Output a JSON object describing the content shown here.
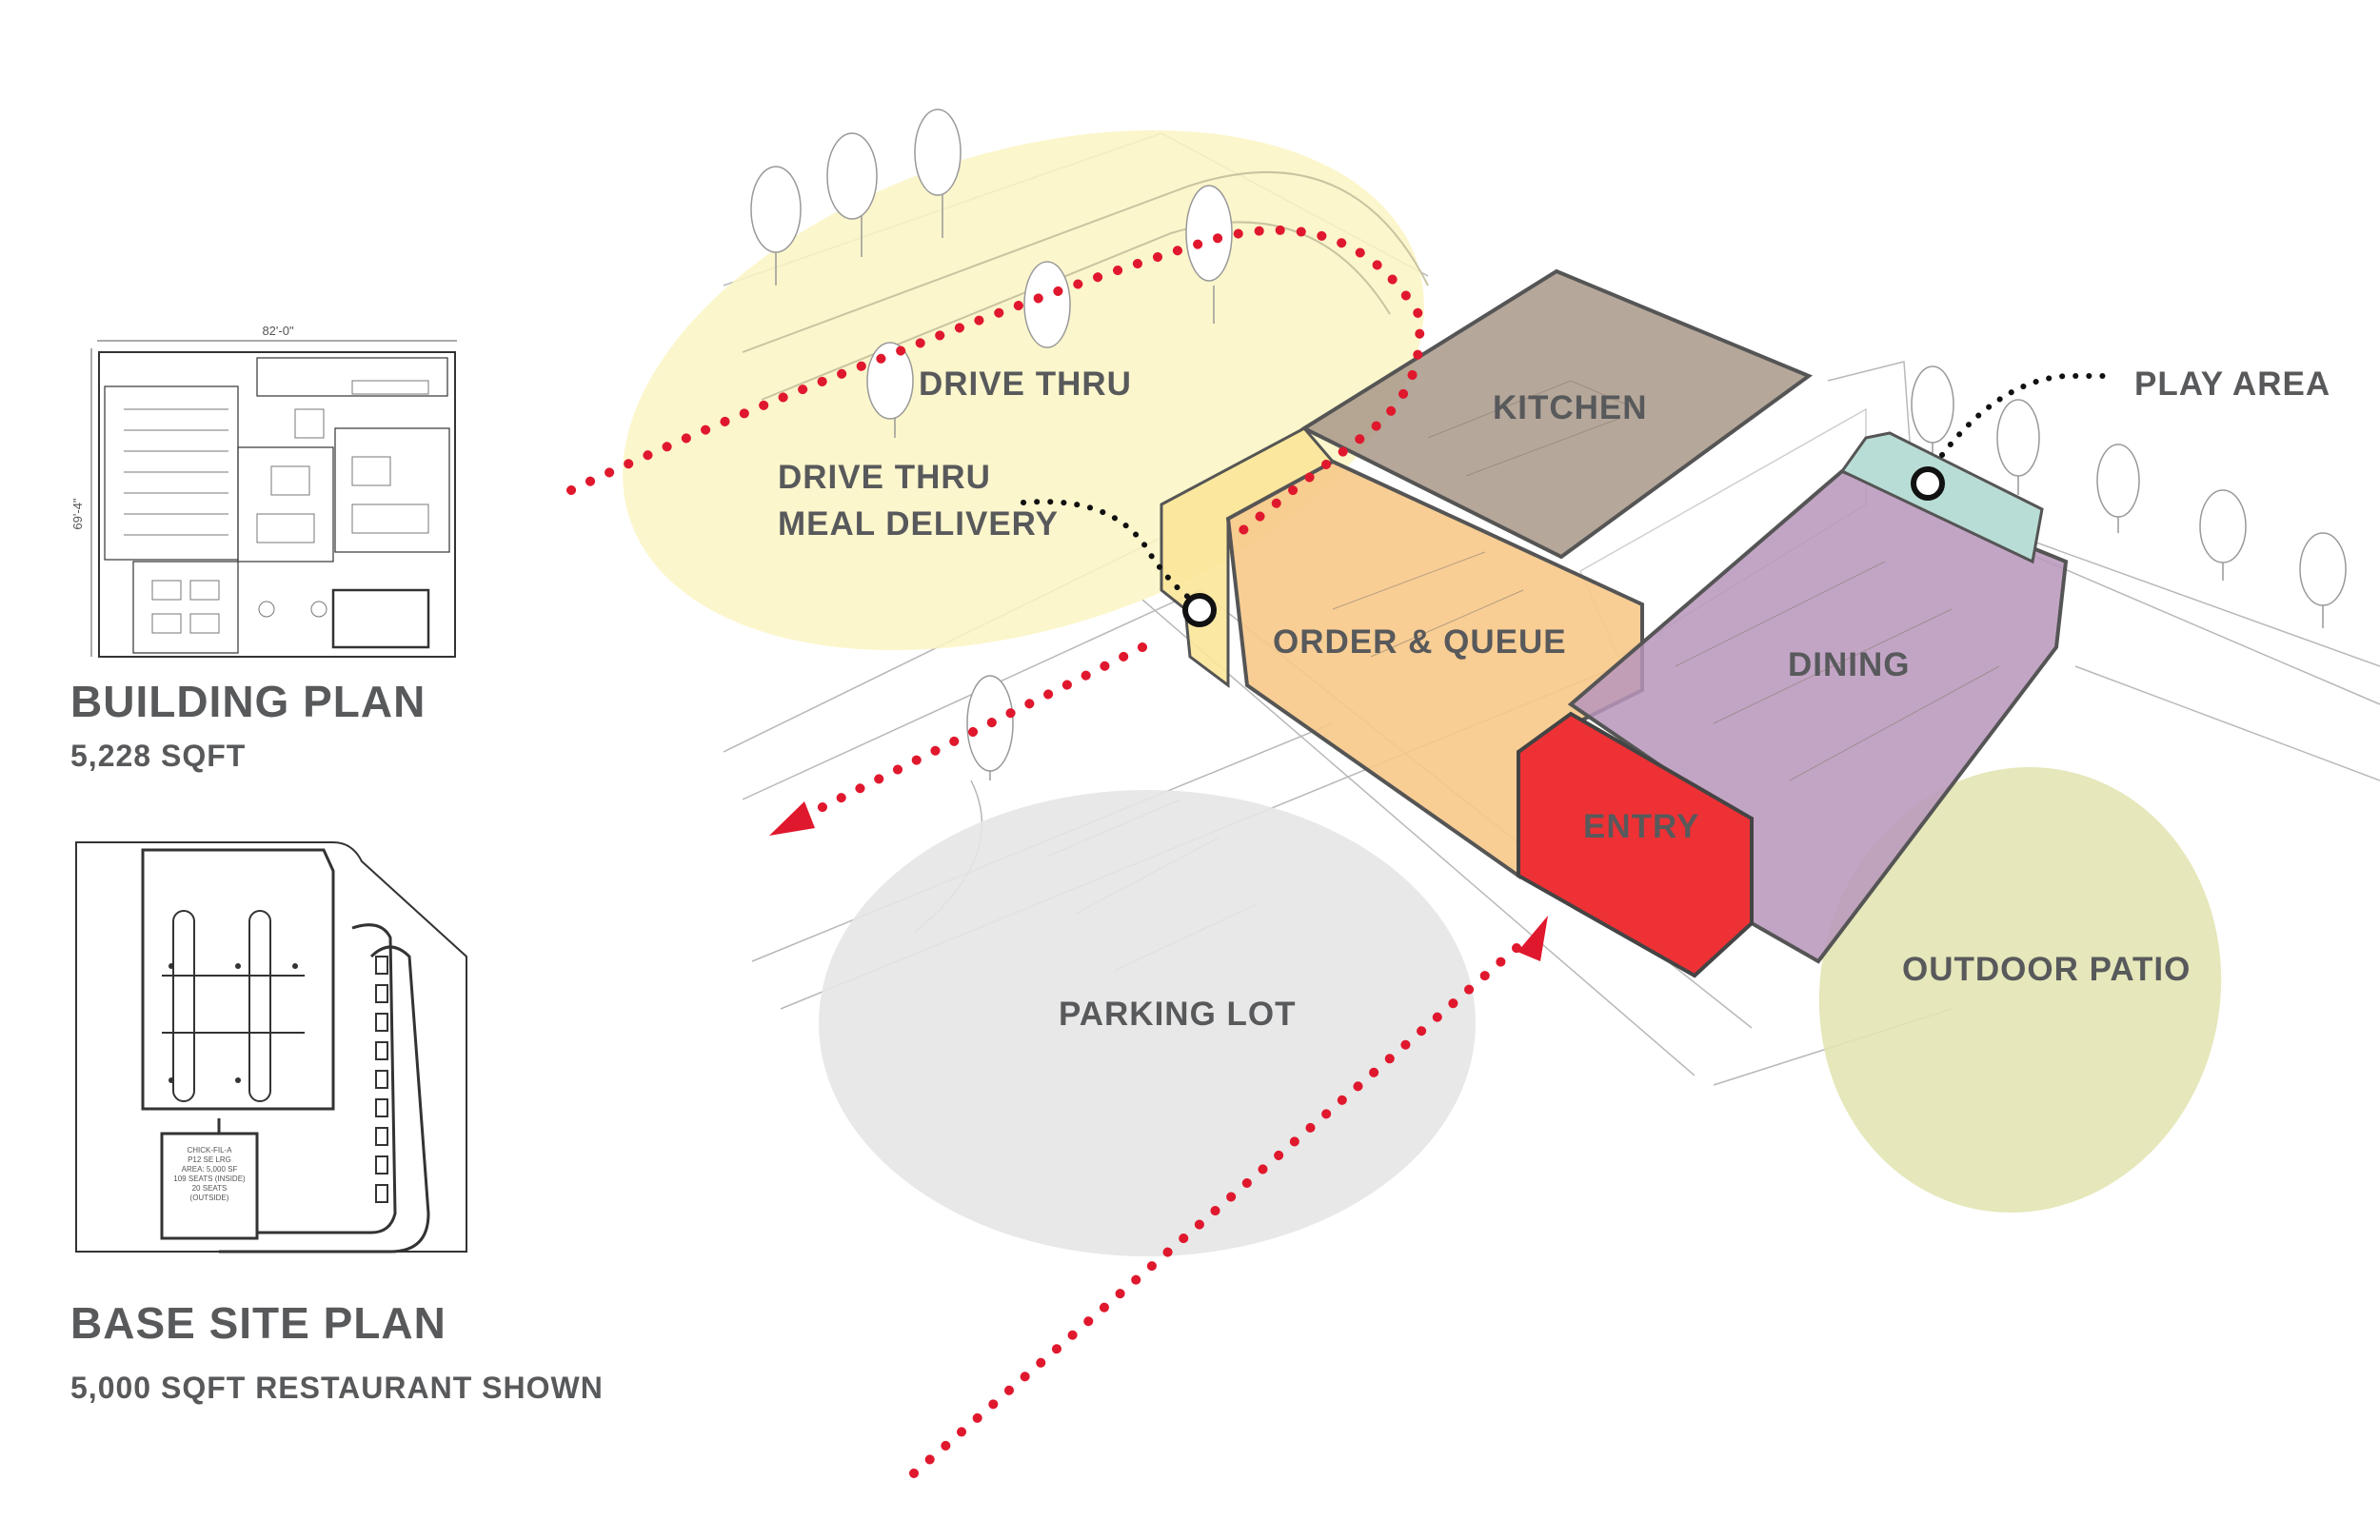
{
  "building_plan": {
    "title": "BUILDING PLAN",
    "area": "5,228 SQFT",
    "dim_width": "82'-0\"",
    "dim_height": "69'-4\""
  },
  "site_plan": {
    "title": "BASE SITE PLAN",
    "note": "5,000 SQFT RESTAURANT SHOWN",
    "block_lines": [
      "CHICK-FIL-A",
      "P12 SE LRG",
      "AREA: 5,000 SF",
      "109 SEATS (INSIDE)",
      "20 SEATS",
      "(OUTSIDE)"
    ]
  },
  "zones": {
    "drive_thru": "DRIVE THRU",
    "meal_delivery_line1": "DRIVE THRU",
    "meal_delivery_line2": "MEAL DELIVERY",
    "kitchen": "KITCHEN",
    "order_queue": "ORDER & QUEUE",
    "dining": "DINING",
    "entry": "ENTRY",
    "play_area": "PLAY AREA",
    "parking_lot": "PARKING LOT",
    "outdoor_patio": "OUTDOOR PATIO"
  },
  "colors": {
    "drive_thru": "#fbf5c3",
    "kitchen": "#a89888",
    "order_queue": "#f7c98a",
    "dining": "#b795bb",
    "entry": "#ee3135",
    "play_area": "#b8ddd6",
    "parking_lot": "#e5e5e5",
    "outdoor_patio": "#e3e4b3",
    "flow_arrow": "#e0182d",
    "label": "#58595b"
  }
}
